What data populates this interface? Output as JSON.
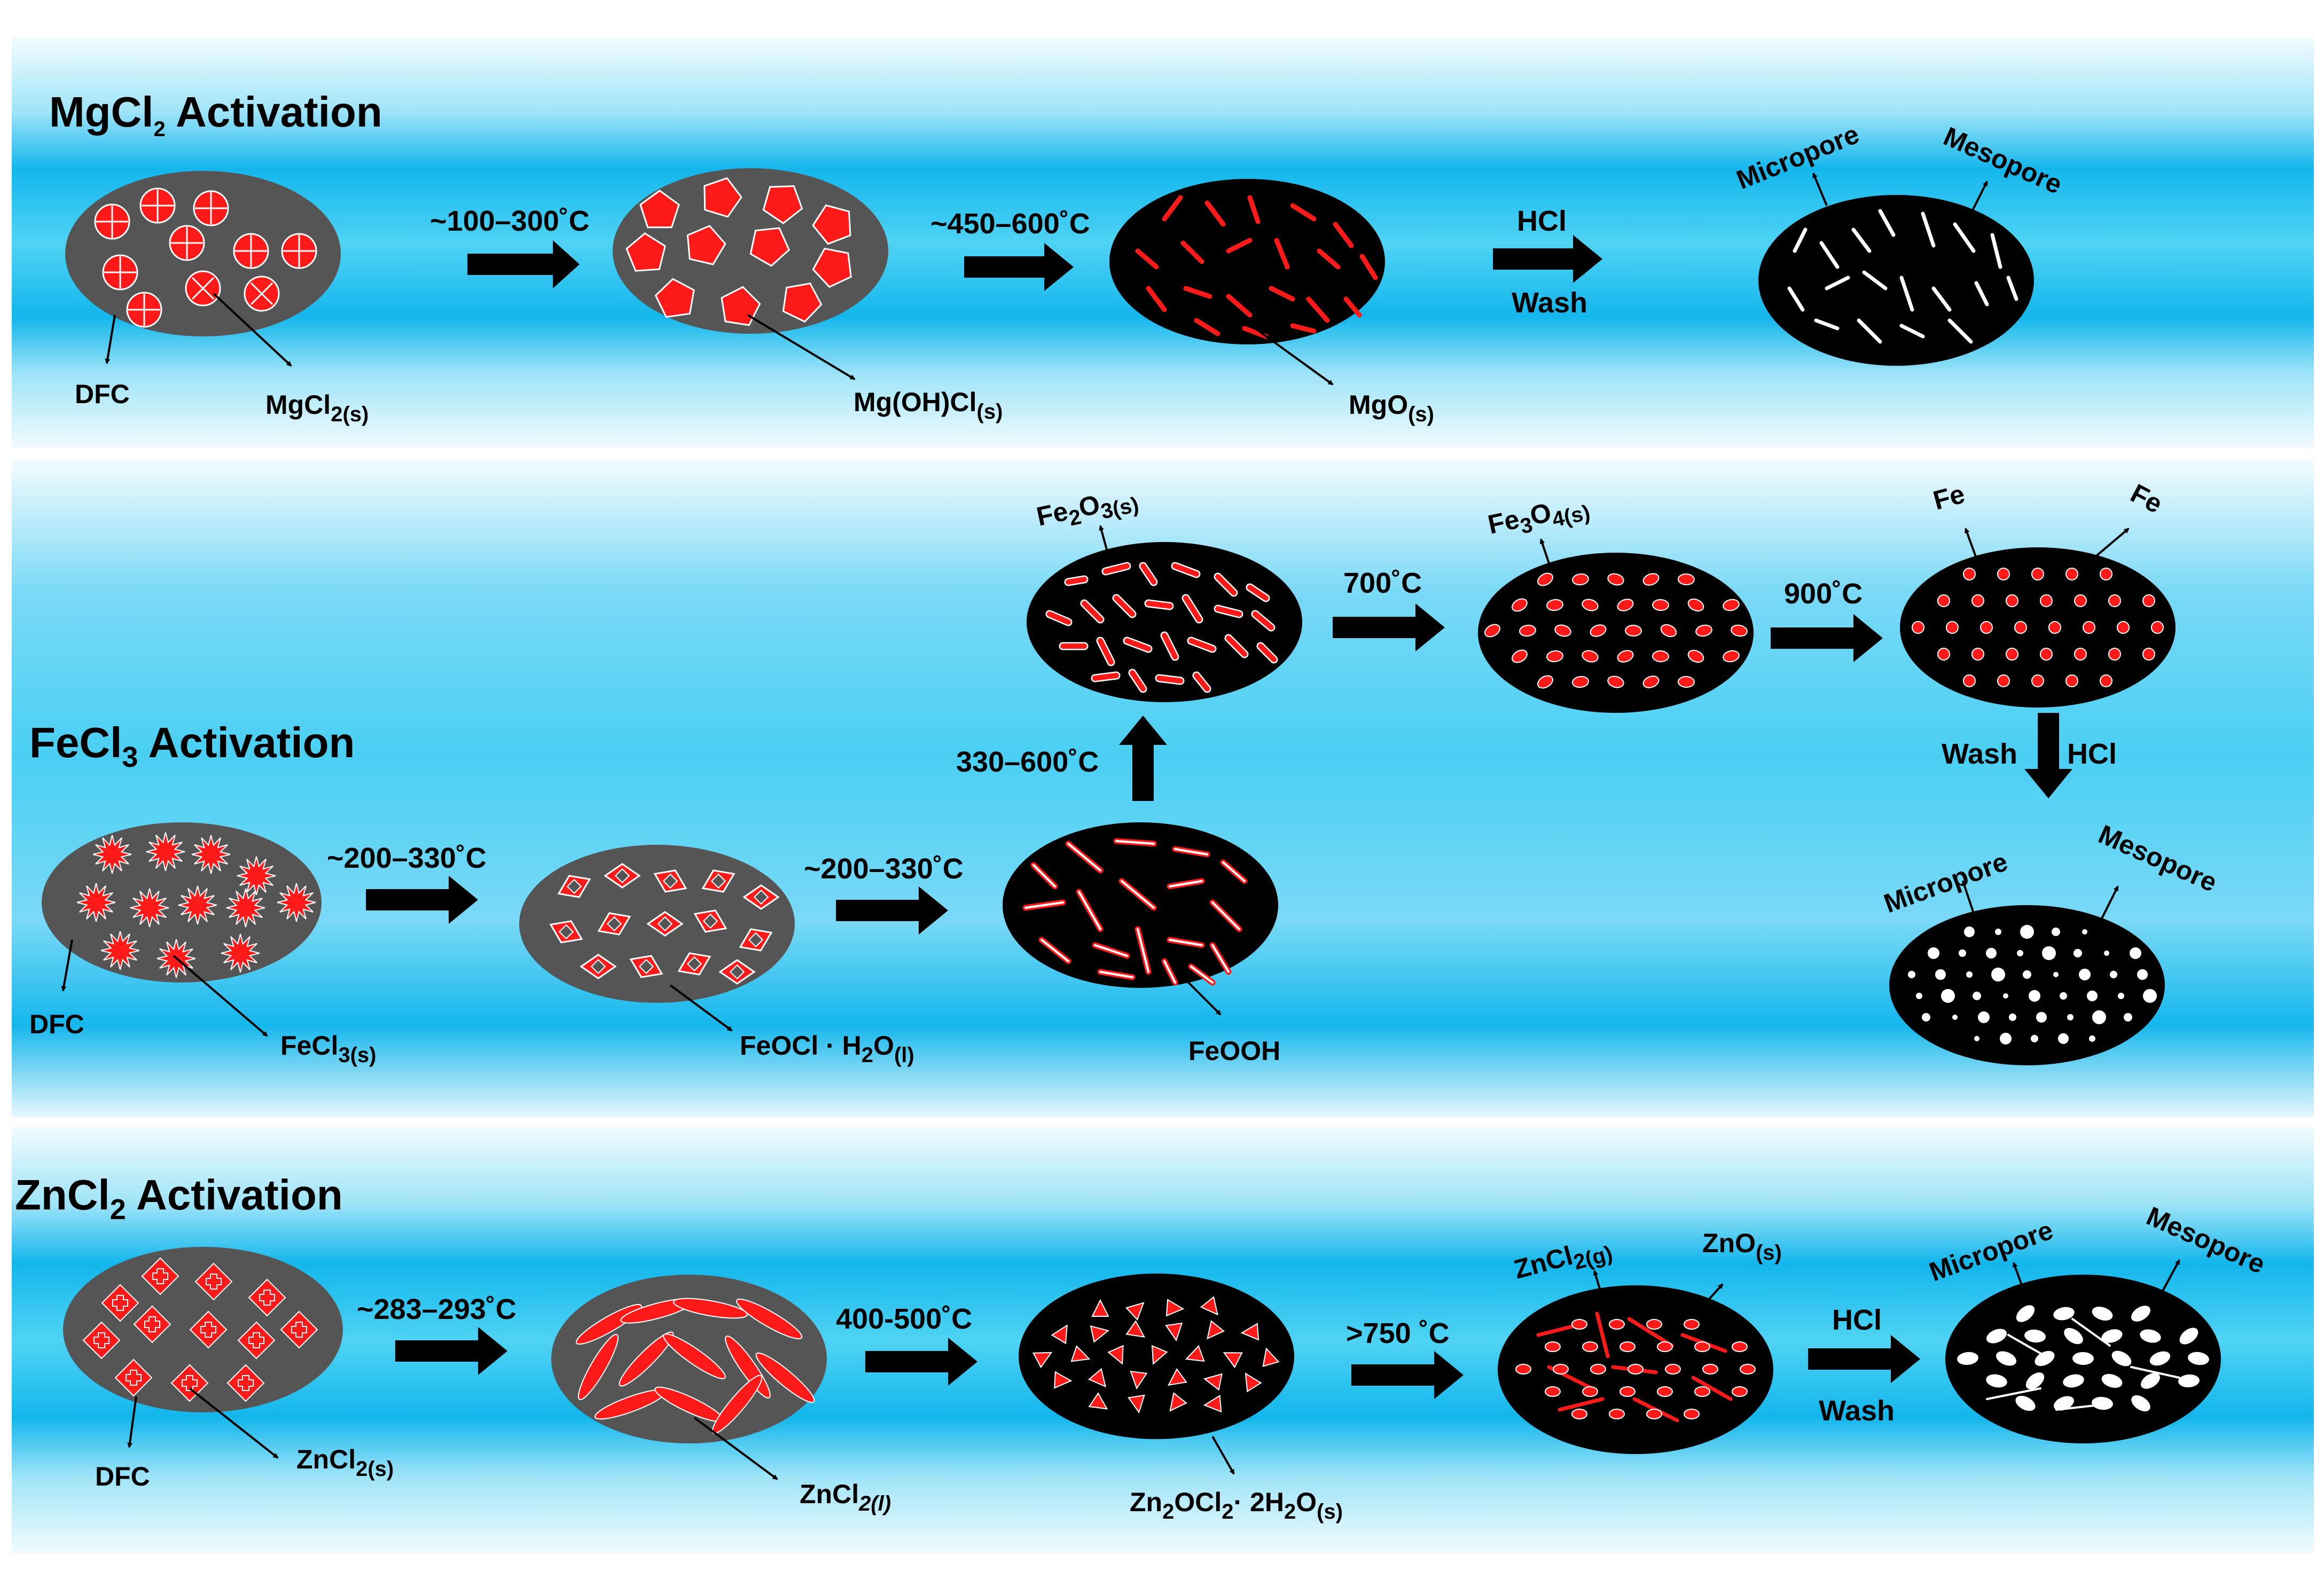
{
  "panels": {
    "mgcl2": {
      "title_main": "MgCl",
      "title_sub": "2",
      "title_tail": " Activation",
      "arrow1": "~100–300˚C",
      "arrow2": "~450–600˚C",
      "arrow3_top": "HCl",
      "arrow3_bottom": "Wash",
      "dfc": "DFC",
      "mgcl2_s_main": "MgCl",
      "mgcl2_s_sub": "2(s)",
      "mgohcl_main": "Mg(OH)Cl",
      "mgohcl_sub": "(s)",
      "mgo_main": "MgO",
      "mgo_sub": "(s)",
      "micropore": "Micropore",
      "mesopore": "Mesopore"
    },
    "fecl3": {
      "title_main": "FeCl",
      "title_sub": "3",
      "title_tail": " Activation",
      "arrow1": "~200–330˚C",
      "arrow2": "~200–330˚C",
      "arrow_up": "330–600˚C",
      "arrow4": "700˚C",
      "arrow5": "900˚C",
      "wash": "Wash",
      "hcl": "HCl",
      "dfc": "DFC",
      "fecl3_s_main": "FeCl",
      "fecl3_s_sub": "3(s)",
      "feocl_main": "FeOCl · H",
      "feocl_sub1": "2",
      "feocl_mid": "O",
      "feocl_sub2": "(l)",
      "feooh": "FeOOH",
      "fe2o3_a": "Fe",
      "fe2o3_b": "2",
      "fe2o3_c": "O",
      "fe2o3_d": "3(s)",
      "fe3o4_a": "Fe",
      "fe3o4_b": "3",
      "fe3o4_c": "O",
      "fe3o4_d": "4(s)",
      "fe_left": "Fe",
      "fe_right": "Fe",
      "micropore": "Micropore",
      "mesopore": "Mesopore"
    },
    "zncl2": {
      "title_main": "ZnCl",
      "title_sub": "2",
      "title_tail": " Activation",
      "arrow1": "~283–293˚C",
      "arrow2": "400-500˚C",
      "arrow3": ">750 ˚C",
      "arrow4_top": "HCl",
      "arrow4_bottom": "Wash",
      "dfc": "DFC",
      "zncl2_s_main": "ZnCl",
      "zncl2_s_sub": "2(s)",
      "zncl2_l_main": "ZnCl",
      "zncl2_l_sub": "2(l)",
      "zn2ocl2_a": "Zn",
      "zn2ocl2_b": "2",
      "zn2ocl2_c": "OCl",
      "zn2ocl2_d": "2",
      "zn2ocl2_e": "· 2H",
      "zn2ocl2_f": "2",
      "zn2ocl2_g": "O",
      "zn2ocl2_h": "(s)",
      "zncl2_g_main": "ZnCl",
      "zncl2_g_sub": "2(g)",
      "zno_main": "ZnO",
      "zno_sub": "(s)",
      "micropore": "Micropore",
      "mesopore": "Mesopore"
    }
  },
  "colors": {
    "band_light": "#e9f8fd",
    "band_mid": "#2cc8ef",
    "band_deep": "#06a9e6",
    "grey_particle": "#555555",
    "black_particle": "#000000",
    "red": "#ff1a1a",
    "white": "#ffffff"
  }
}
